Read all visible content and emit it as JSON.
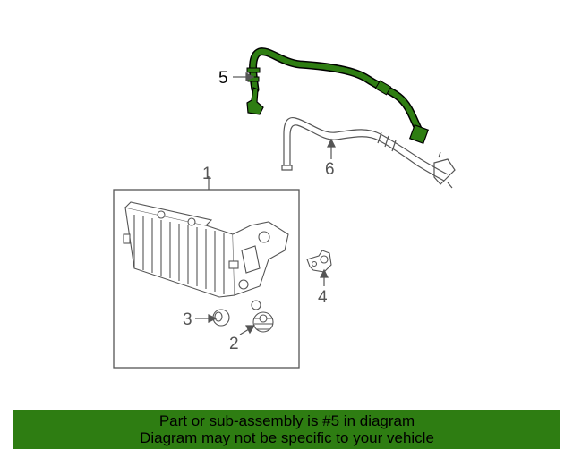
{
  "diagram": {
    "callouts": [
      {
        "id": "1",
        "label": "1"
      },
      {
        "id": "2",
        "label": "2"
      },
      {
        "id": "3",
        "label": "3"
      },
      {
        "id": "4",
        "label": "4"
      },
      {
        "id": "5",
        "label": "5"
      },
      {
        "id": "6",
        "label": "6"
      }
    ],
    "highlight_color": "#2e7d12",
    "highlighted_part": "5"
  },
  "banner": {
    "line1": "Part or sub-assembly is #5 in diagram",
    "line2": "Diagram may not be specific to your vehicle",
    "background": "#2e7d12"
  }
}
